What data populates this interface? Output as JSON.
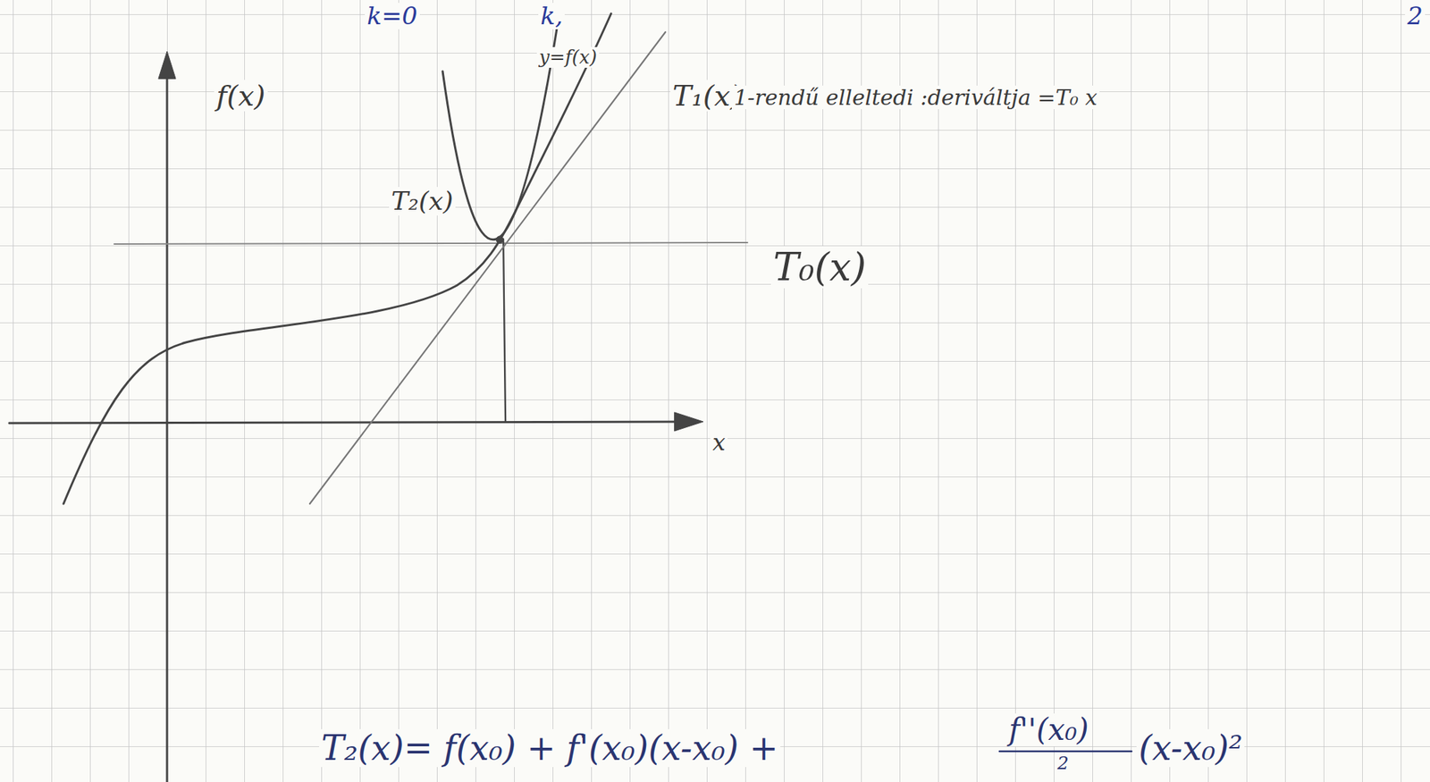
{
  "diagram": {
    "labels": [
      "k=0",
      "k,",
      "2",
      "f(x)",
      "y=f(x)",
      "T₁(x)",
      "1-rendű elleltedi :deriváltja =T₀ x",
      "T₂(x)",
      "T₀(x)",
      "x",
      "T₂(x)= f(x₀) + f'(x₀)(x-x₀) +",
      "f''(x₀)",
      "2",
      "(x-x₀)²"
    ]
  }
}
